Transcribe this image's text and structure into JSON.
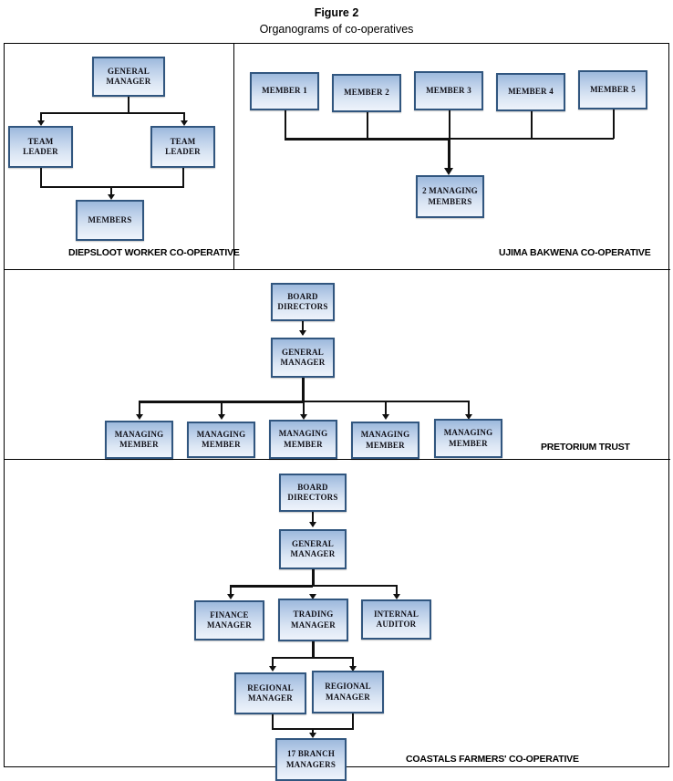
{
  "figure": {
    "title": "Figure 2",
    "subtitle": "Organograms of co-operatives"
  },
  "panels": [
    {
      "id": "diepsloot",
      "label": "DIEPSLOOT WORKER CO-OPERATIVE",
      "nodes": {
        "general_manager": "GENERAL MANAGER",
        "team_leader_left": "TEAM LEADER",
        "team_leader_right": "TEAM LEADER",
        "members": "MEMBERS"
      }
    },
    {
      "id": "ujima",
      "label": "UJIMA BAKWENA CO-OPERATIVE",
      "nodes": {
        "member_1": "MEMBER 1",
        "member_2": "MEMBER 2",
        "member_3": "MEMBER 3",
        "member_4": "MEMBER 4",
        "member_5": "MEMBER 5",
        "managing_members": "2 MANAGING MEMBERS"
      }
    },
    {
      "id": "pretorium",
      "label": "PRETORIUM TRUST",
      "nodes": {
        "board_directors": "BOARD DIRECTORS",
        "general_manager": "GENERAL MANAGER",
        "managing_member_1": "MANAGING MEMBER",
        "managing_member_2": "MANAGING MEMBER",
        "managing_member_3": "MANAGING MEMBER",
        "managing_member_4": "MANAGING MEMBER",
        "managing_member_5": "MANAGING MEMBER"
      }
    },
    {
      "id": "coastals",
      "label": "COASTALS FARMERS' CO-OPERATIVE",
      "nodes": {
        "board_directors": "BOARD DIRECTORS",
        "general_manager": "GENERAL MANAGER",
        "finance_manager": "FINANCE MANAGER",
        "trading_manager": "TRADING MANAGER",
        "internal_auditor": "INTERNAL AUDITOR",
        "regional_manager_1": "REGIONAL MANAGER",
        "regional_manager_2": "REGIONAL MANAGER",
        "branch_managers": "17 BRANCH MANAGERS"
      }
    }
  ],
  "colors": {
    "node_border": "#31567f",
    "node_fill_top": "#9db9dc",
    "node_fill_bottom": "#eef3fb",
    "frame": "#000000",
    "connector": "#111111"
  }
}
